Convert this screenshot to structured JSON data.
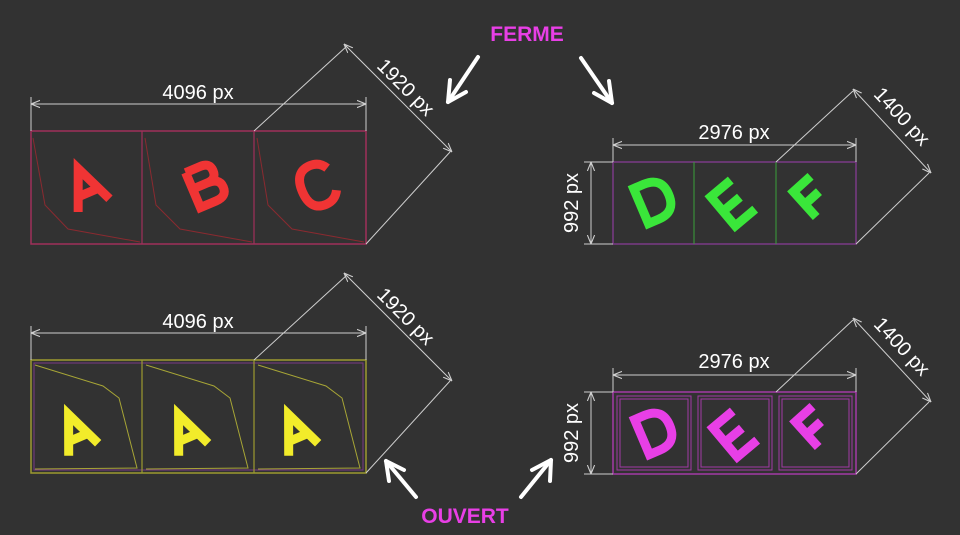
{
  "labels": {
    "closed": "FERME",
    "open": "OUVERT"
  },
  "dimensions": {
    "wide_width": "4096 px",
    "wide_depth": "1920 px",
    "narrow_width": "2976 px",
    "narrow_depth": "1400 px",
    "narrow_height": "992 px"
  },
  "panels": {
    "closed_left": [
      "A",
      "B",
      "C"
    ],
    "closed_right": [
      "D",
      "E",
      "F"
    ],
    "open_left": [
      "A",
      "A",
      "A"
    ],
    "open_right": [
      "D",
      "E",
      "F"
    ]
  },
  "colors": {
    "label": "#e83fe6",
    "closed_left_letters": "#f03434",
    "closed_left_frame": "#a0305a",
    "closed_right_letters": "#3ae63a",
    "closed_right_frame": "#7a3a86",
    "open_left_letters": "#f2ec2a",
    "open_left_frame": "#9c9a30",
    "open_right_letters": "#e83fe6",
    "open_right_frame": "#a33aa6",
    "dimension_lines": "#cfcfcf",
    "arrows": "#ffffff"
  }
}
